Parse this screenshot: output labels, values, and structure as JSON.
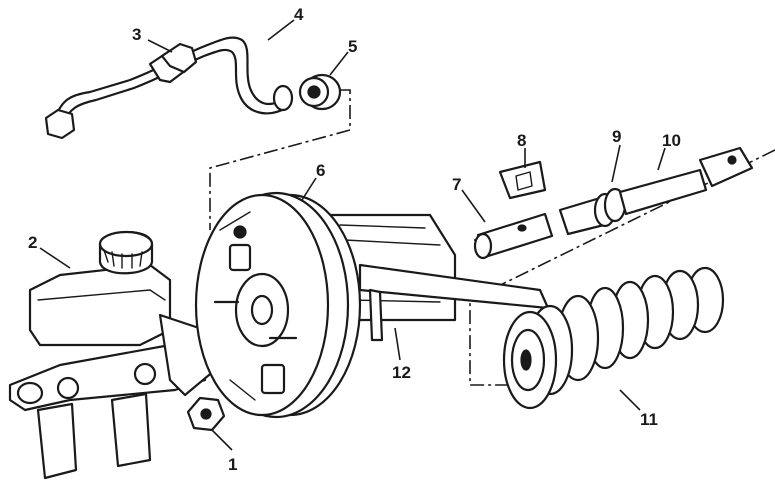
{
  "callouts": [
    {
      "id": "1",
      "text": "1"
    },
    {
      "id": "2",
      "text": "2"
    },
    {
      "id": "3",
      "text": "3"
    },
    {
      "id": "4",
      "text": "4"
    },
    {
      "id": "5",
      "text": "5"
    },
    {
      "id": "6",
      "text": "6"
    },
    {
      "id": "7",
      "text": "7"
    },
    {
      "id": "8",
      "text": "8"
    },
    {
      "id": "9",
      "text": "9"
    },
    {
      "id": "10",
      "text": "10"
    },
    {
      "id": "11",
      "text": "11"
    },
    {
      "id": "12",
      "text": "12"
    }
  ],
  "parts": {
    "nut": "nut-icon",
    "master_cylinder": "master-cylinder-icon",
    "brake_line": "brake-line-icon",
    "grommet": "grommet-icon",
    "booster": "brake-booster-icon",
    "clevis_pin": "clevis-pin-icon",
    "retainer_clip": "retainer-clip-icon",
    "pushrod": "pushrod-icon",
    "boot": "bellows-boot-icon",
    "bracket": "mounting-bracket-icon"
  },
  "colors": {
    "ink": "#1a1a1a",
    "paper": "#ffffff"
  }
}
